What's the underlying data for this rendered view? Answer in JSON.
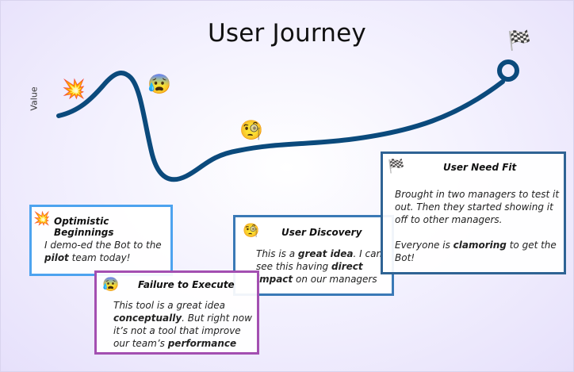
{
  "title": "User Journey",
  "y_axis_label": "Value",
  "colors": {
    "curve": "#0b4a7c",
    "card_optimistic": "#4da3ef",
    "card_failure": "#a34fb1",
    "card_discovery": "#3a79b6",
    "card_needfit": "#2f6394"
  },
  "markers": {
    "collision_emoji": "💥",
    "anxious_emoji": "😰",
    "monocle_emoji": "🧐",
    "finish_flag_emoji": "🏁"
  },
  "cards": {
    "optimistic": {
      "icon": "💥",
      "title": "Optimistic Beginnings",
      "body_1": "I demo-ed the Bot to the ",
      "body_bold_1": "pilot",
      "body_2": " team today!"
    },
    "failure": {
      "icon": "😰",
      "title": "Failure to Execute",
      "body_1": "This tool is a great idea ",
      "body_bold_1": "conceptually",
      "body_2": ". But right now it’s not a tool that improve our team’s ",
      "body_bold_2": "performance"
    },
    "discovery": {
      "icon": "🧐",
      "title": "User Discovery",
      "body_1": "This is a ",
      "body_bold_1": "great idea",
      "body_2": ". I can see this having ",
      "body_bold_2": "direct impact",
      "body_3": " on our managers"
    },
    "needfit": {
      "icon": "🏁",
      "title": "User Need Fit",
      "body_1": "Brought in two managers to test it out. Then they started showing it off to other managers.",
      "body_2": "Everyone is ",
      "body_bold_1": "clamoring",
      "body_3": " to get the Bot!"
    }
  }
}
